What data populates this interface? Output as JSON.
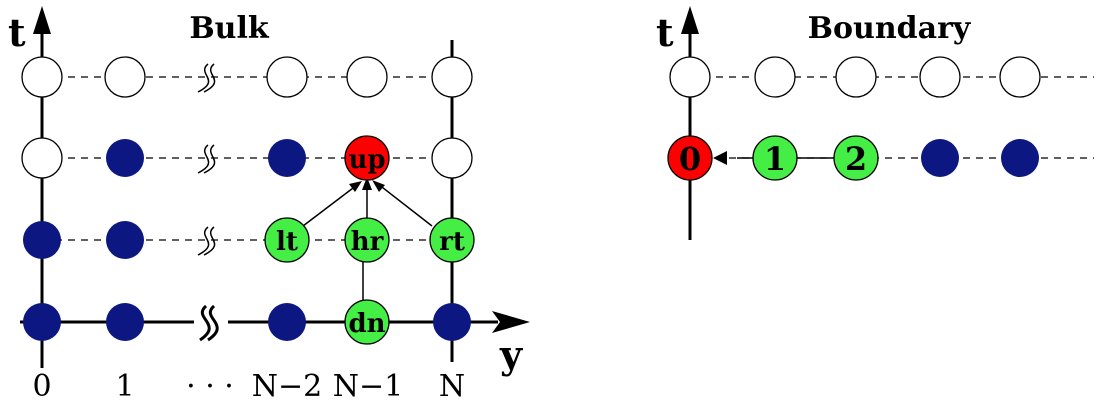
{
  "bulk": {
    "title": "Bulk",
    "t_axis_label": "t",
    "y_axis_label": "y",
    "x_ticks": [
      "0",
      "1",
      "· · ·",
      "N−2",
      "N−1",
      "N"
    ],
    "node_labels": {
      "up": "up",
      "lt": "lt",
      "hr": "hr",
      "rt": "rt",
      "dn": "dn"
    }
  },
  "boundary": {
    "title": "Boundary",
    "t_axis_label": "t",
    "node_labels": [
      "0",
      "1",
      "2"
    ]
  },
  "colors": {
    "filled_node": "#0c1782",
    "active_node": "#ff0000",
    "neighbor_node": "#44ee44",
    "empty_node": "#ffffff",
    "line": "#000000"
  }
}
